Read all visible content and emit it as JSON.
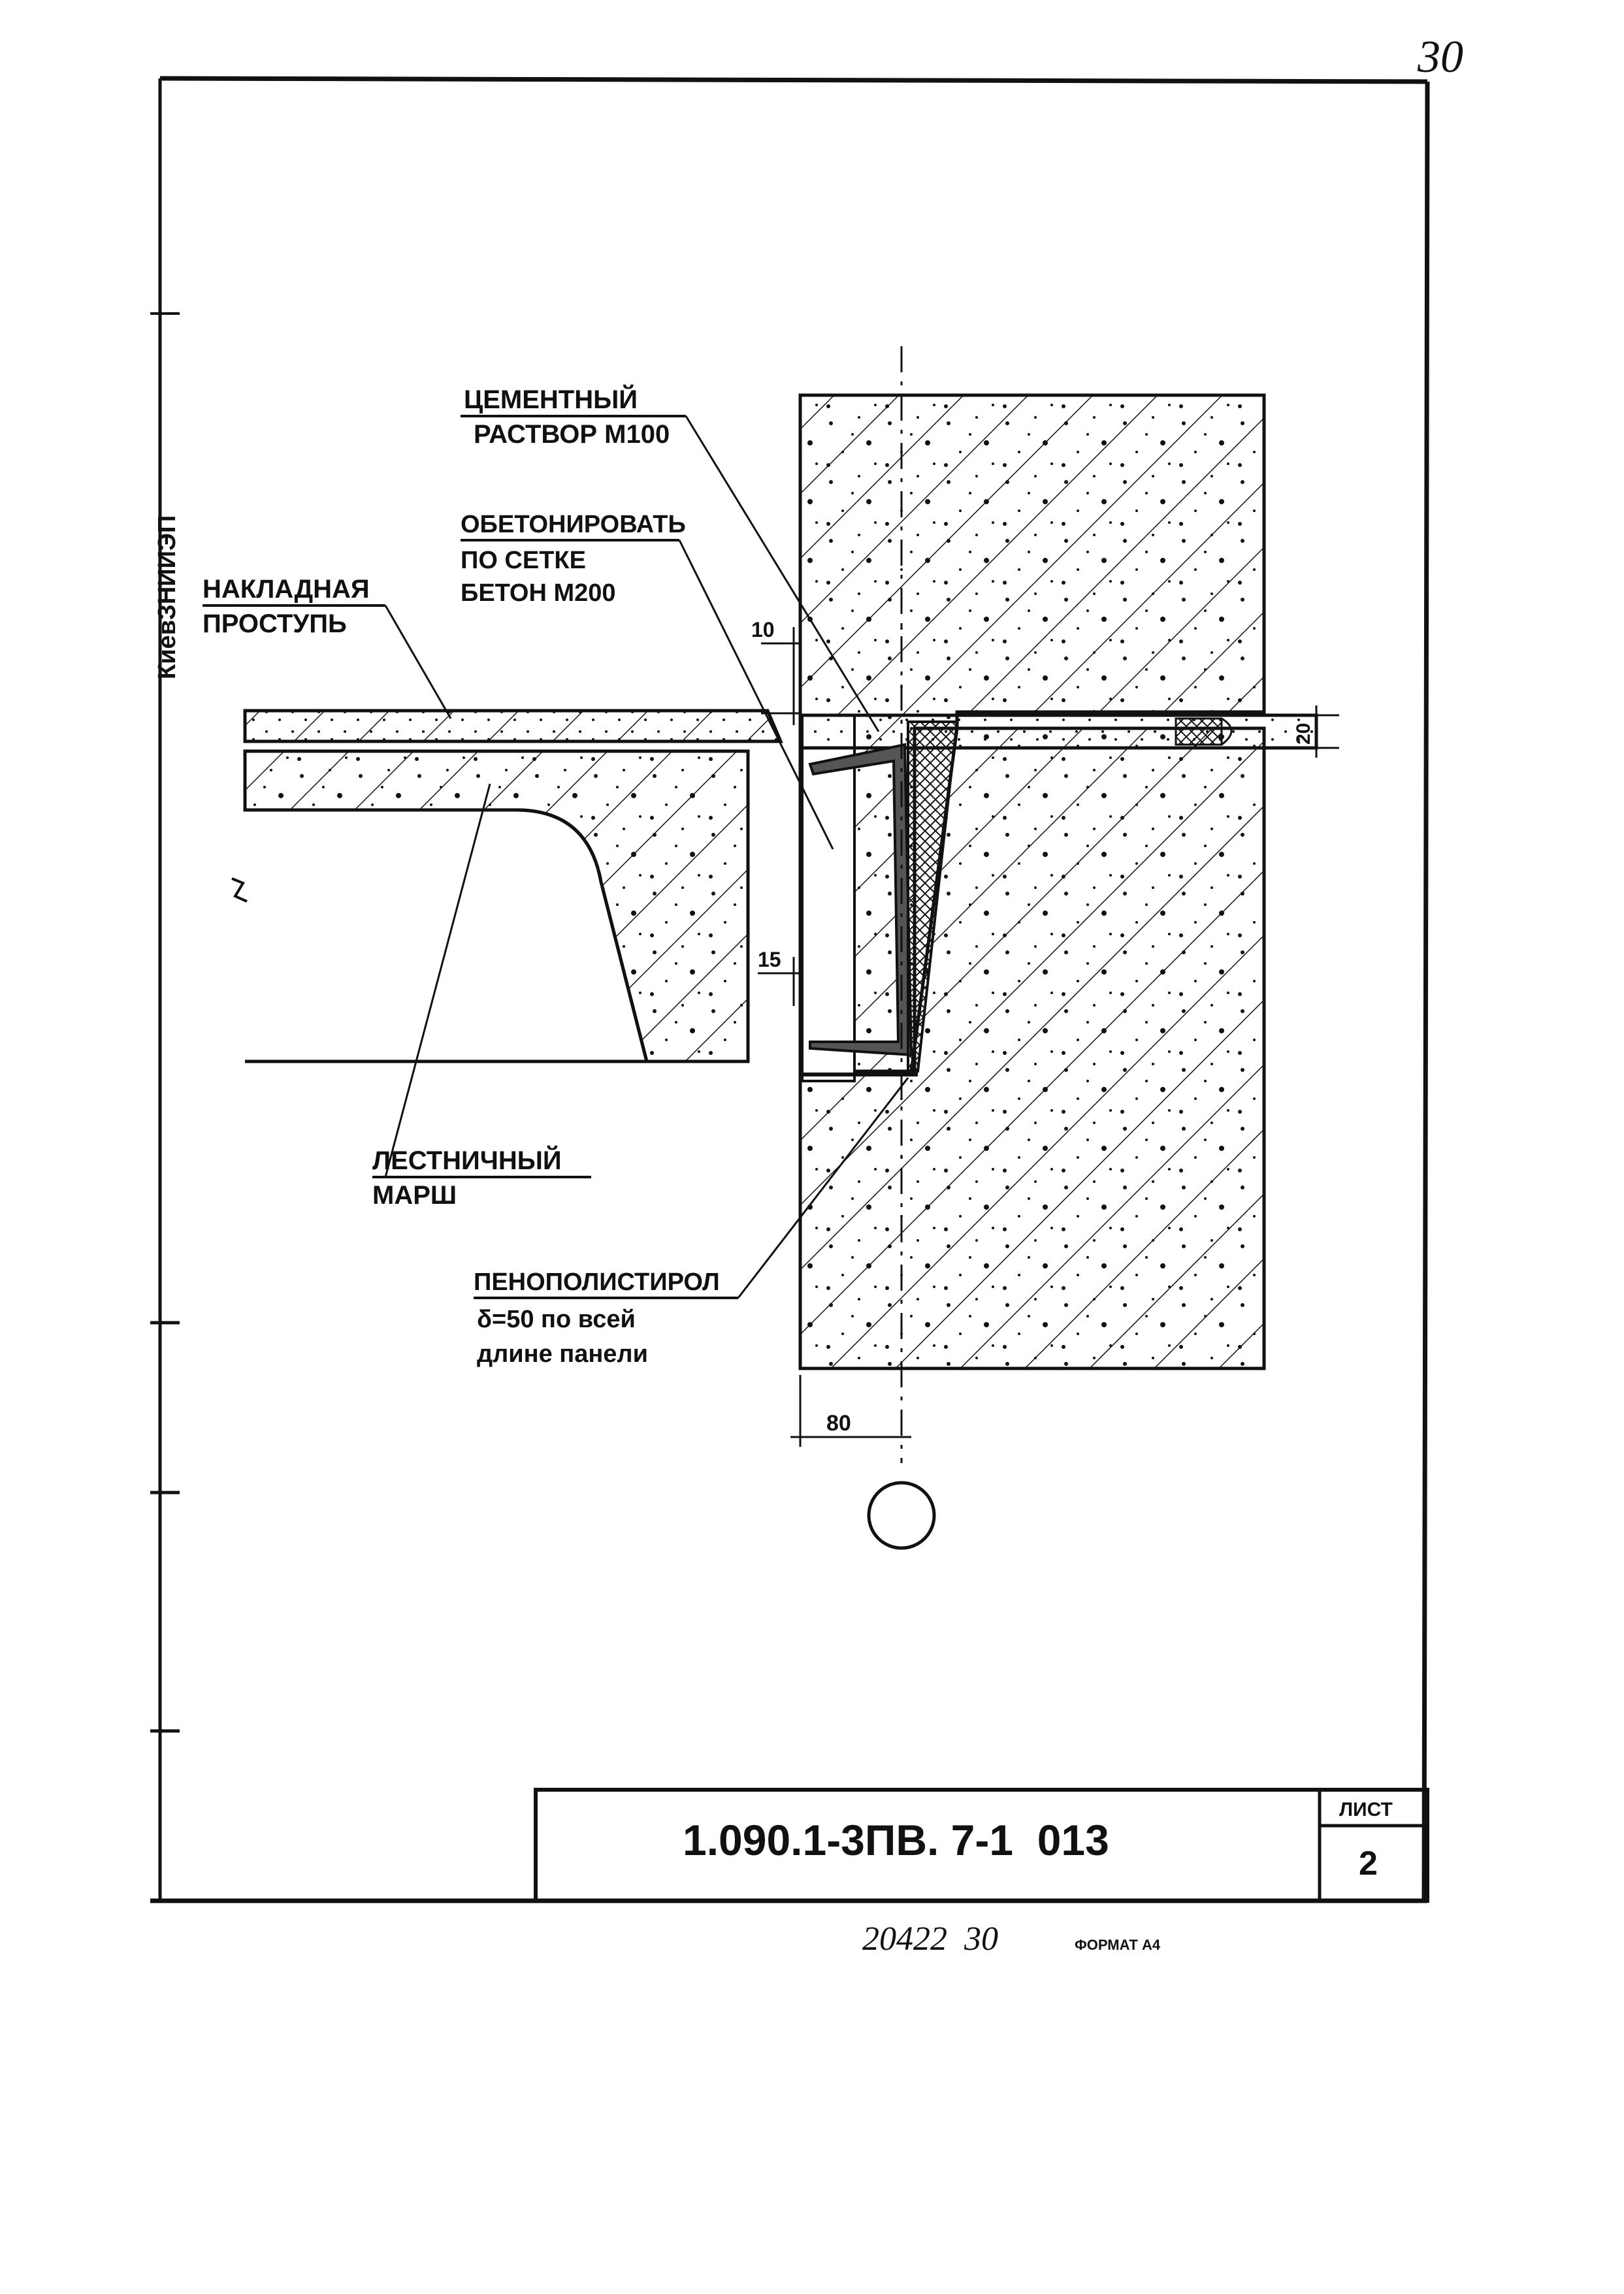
{
  "page_number": "30",
  "side_stamp": "КиевЗНИИЭП",
  "labels": {
    "cement_mortar_line1": "ЦЕМЕНТНЫЙ",
    "cement_mortar_line2": "РАСТВОР М100",
    "concrete_line1": "ОБЕТОНИРОВАТЬ",
    "concrete_line2": "ПО СЕТКЕ",
    "concrete_line3": "БЕТОН М200",
    "tread_line1": "НАКЛАДНАЯ",
    "tread_line2": "ПРОСТУПЬ",
    "flight_line1": "ЛЕСТНИЧНЫЙ",
    "flight_line2": "МАРШ",
    "foam_line1": "ПЕНОПОЛИСТИРОЛ",
    "foam_line2": "δ=50 по всей",
    "foam_line3": "длине панели"
  },
  "dimensions": {
    "d10": "10",
    "d15": "15",
    "d20": "20",
    "d80": "80"
  },
  "title_block": {
    "document_code": "1.090.1-3ПВ. 7-1  013",
    "sheet_label": "ЛИСТ",
    "sheet_number": "2"
  },
  "footer": {
    "inventory": "20422  30",
    "format": "ФОРМАТ А4"
  },
  "colors": {
    "ink": "#111111",
    "paper": "#ffffff"
  }
}
